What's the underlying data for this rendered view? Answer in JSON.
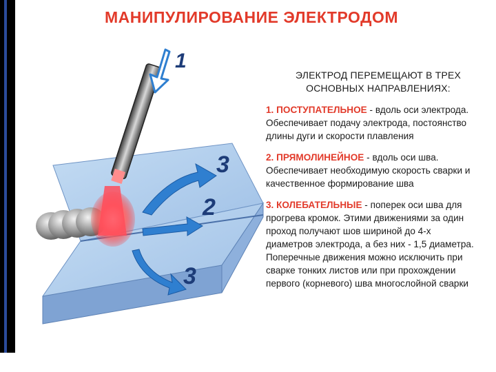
{
  "title": "МАНИПУЛИРОВАНИЕ ЭЛЕКТРОДОМ",
  "intro": "ЭЛЕКТРОД ПЕРЕМЕЩАЮТ В ТРЕХ ОСНОВНЫХ НАПРАВЛЕНИЯХ:",
  "items": [
    {
      "head": "1. ПОСТУПАТЕЛЬНОЕ",
      "body": " - вдоль оси электрода. Обеспечивает подачу электрода, постоянство длины дуги и скорости плавления"
    },
    {
      "head": "2. ПРЯМОЛИНЕЙНОЕ",
      "body": " - вдоль оси шва. Обеспечивает необходимую скорость сварки и качественное формирование шва"
    },
    {
      "head": "3. КОЛЕБАТЕЛЬНЫЕ",
      "body": " - поперек оси шва для прогрева кромок. Этими движениями за один проход получают шов шириной до 4-х диаметров электрода, а без них - 1,5 диаметра. Поперечные движения можно исключить при сварке тонких листов или при прохождении первого (корневого) шва многослойной сварки"
    }
  ],
  "diagram_labels": {
    "label_1": "1",
    "label_2": "2",
    "label_3_top": "3",
    "label_3_bottom": "3"
  },
  "colors": {
    "title": "#e23a2a",
    "plate": "#a9c9ec",
    "arrow": "#2f7fd0",
    "arc": "#ff5a5a"
  }
}
